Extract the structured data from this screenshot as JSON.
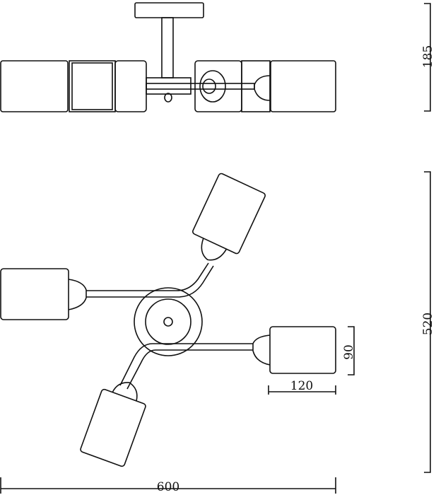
{
  "dimensions": {
    "height_side": "185",
    "depth_top": "520",
    "shade_height": "90",
    "shade_width": "120",
    "total_width": "600"
  }
}
